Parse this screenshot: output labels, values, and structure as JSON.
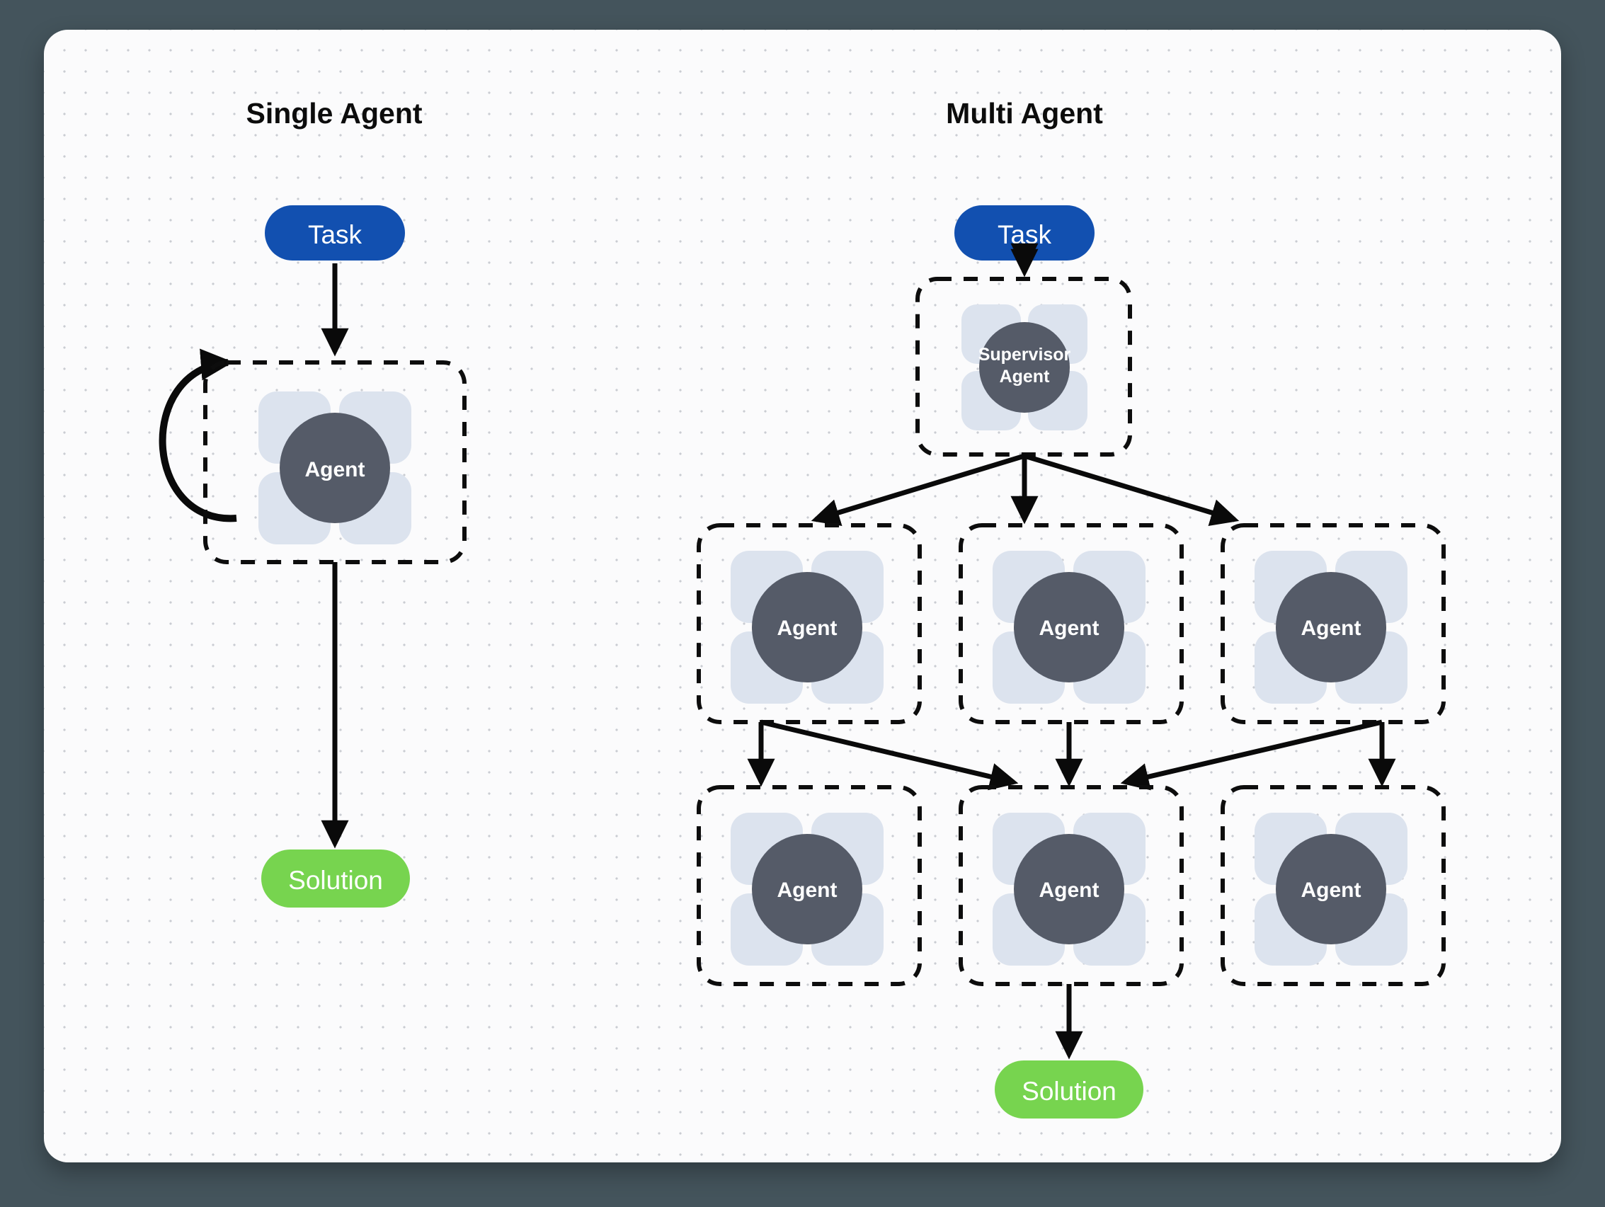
{
  "canvas": {
    "background_color": "#44545c",
    "card_color": "#fbfbfc",
    "dot_color": "#b9bcc4"
  },
  "colors": {
    "task_pill": "#1250b0",
    "solution_pill": "#77d44f",
    "agent_circle": "#555b68",
    "petal": "#dce3ee",
    "edge": "#0a0a0a",
    "frame": "#0d0d0d",
    "title": "#0c0c0c"
  },
  "columns": [
    {
      "id": "single-agent",
      "title": "Single Agent",
      "task_label": "Task",
      "solution_label": "Solution",
      "agents": [
        {
          "id": "single-agent-node",
          "label": "Agent"
        }
      ],
      "has_self_loop": true
    },
    {
      "id": "multi-agent",
      "title": "Multi Agent",
      "task_label": "Task",
      "solution_label": "Solution",
      "supervisor": {
        "id": "supervisor-node",
        "label_line1": "Supervisor",
        "label_line2": "Agent"
      },
      "row1": [
        {
          "id": "multi-agent-r1c1",
          "label": "Agent"
        },
        {
          "id": "multi-agent-r1c2",
          "label": "Agent"
        },
        {
          "id": "multi-agent-r1c3",
          "label": "Agent"
        }
      ],
      "row2": [
        {
          "id": "multi-agent-r2c1",
          "label": "Agent"
        },
        {
          "id": "multi-agent-r2c2",
          "label": "Agent"
        },
        {
          "id": "multi-agent-r2c3",
          "label": "Agent"
        }
      ],
      "has_self_loop": false
    }
  ],
  "chart_data": {
    "type": "diagram",
    "title": "Single Agent vs Multi Agent architectures",
    "panels": [
      {
        "name": "Single Agent",
        "nodes": [
          "Task",
          "Agent",
          "Solution"
        ],
        "edges": [
          {
            "from": "Task",
            "to": "Agent",
            "kind": "straight-down"
          },
          {
            "from": "Agent",
            "to": "Agent",
            "kind": "self-loop"
          },
          {
            "from": "Agent",
            "to": "Solution",
            "kind": "straight-down"
          }
        ]
      },
      {
        "name": "Multi Agent",
        "nodes": [
          "Task",
          "Supervisor Agent",
          "Agent r1c1",
          "Agent r1c2",
          "Agent r1c3",
          "Agent r2c1",
          "Agent r2c2",
          "Agent r2c3",
          "Solution"
        ],
        "edges": [
          {
            "from": "Task",
            "to": "Supervisor Agent",
            "kind": "straight-down"
          },
          {
            "from": "Supervisor Agent",
            "to": "Agent r1c1",
            "kind": "fan-left"
          },
          {
            "from": "Supervisor Agent",
            "to": "Agent r1c2",
            "kind": "straight-down"
          },
          {
            "from": "Supervisor Agent",
            "to": "Agent r1c3",
            "kind": "fan-right"
          },
          {
            "from": "Agent r1c1",
            "to": "Agent r2c1",
            "kind": "straight-down"
          },
          {
            "from": "Agent r1c1",
            "to": "Agent r2c2",
            "kind": "diagonal-right"
          },
          {
            "from": "Agent r1c2",
            "to": "Agent r2c2",
            "kind": "straight-down"
          },
          {
            "from": "Agent r1c3",
            "to": "Agent r2c2",
            "kind": "diagonal-left"
          },
          {
            "from": "Agent r1c3",
            "to": "Agent r2c3",
            "kind": "straight-down"
          },
          {
            "from": "Agent r2c2",
            "to": "Solution",
            "kind": "straight-down"
          }
        ]
      }
    ]
  }
}
